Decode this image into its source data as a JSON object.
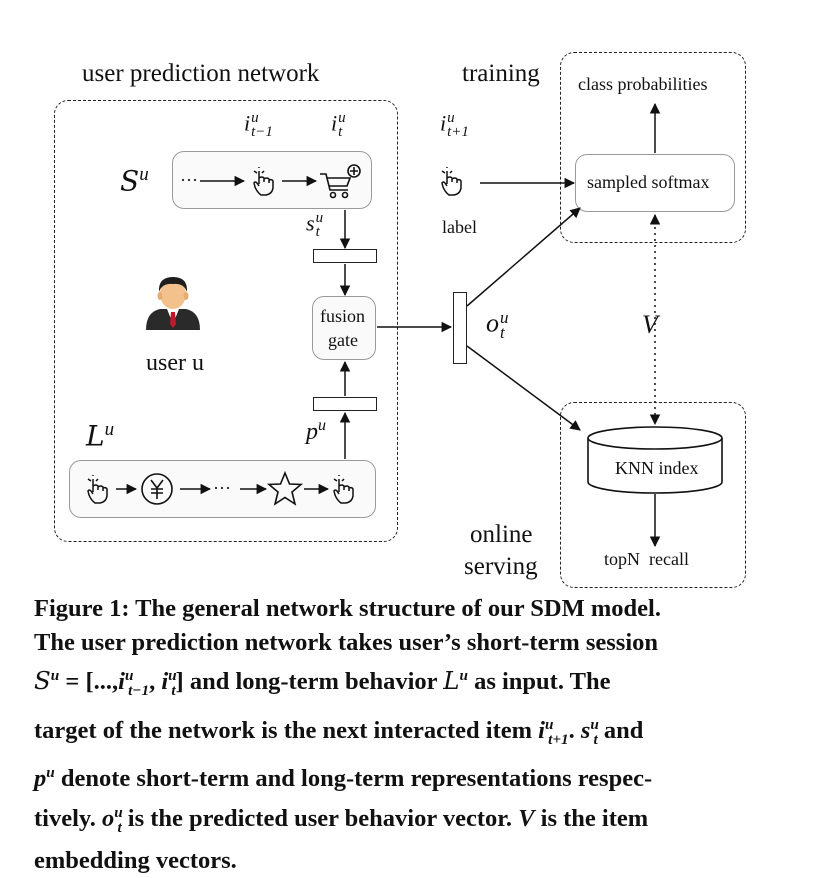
{
  "diagram": {
    "user_network_title": "user prediction network",
    "training_title": "training",
    "online_serving_title_line1": "online",
    "online_serving_title_line2": "serving",
    "class_probabilities": "class probabilities",
    "sampled_softmax": "sampled softmax",
    "label": "label",
    "fusion_gate_line1": "fusion",
    "fusion_gate_line2": "gate",
    "user_u": "user u",
    "knn_index": "KNN index",
    "topn_recall": "topN  recall",
    "ellipsis_short": "···",
    "ellipsis_long": "···",
    "v_label": "V",
    "math": {
      "S": "S",
      "L": "L",
      "u": "u",
      "i": "i",
      "t_minus_1": "t−1",
      "t": "t",
      "t_plus_1": "t+1",
      "s": "s",
      "p": "p",
      "o": "o"
    }
  },
  "caption": {
    "line1": "Figure 1: The general network structure of our SDM model.",
    "line2": "The user prediction network takes user’s short-term session",
    "line3_part1": " = [...,",
    "line3_part2": "] and long-term behavior",
    "line3_part3": "as input. The",
    "line4_part1": "target of the network is the next interacted item",
    "line4_part2": ".",
    "line4_part3": "and",
    "line5_part1": "denote short-term and long-term representations respec-",
    "line6_part1": "tively.",
    "line6_part2": "is the predicted user behavior vector.",
    "line6_part3": "is the item",
    "line7": "embedding vectors."
  }
}
